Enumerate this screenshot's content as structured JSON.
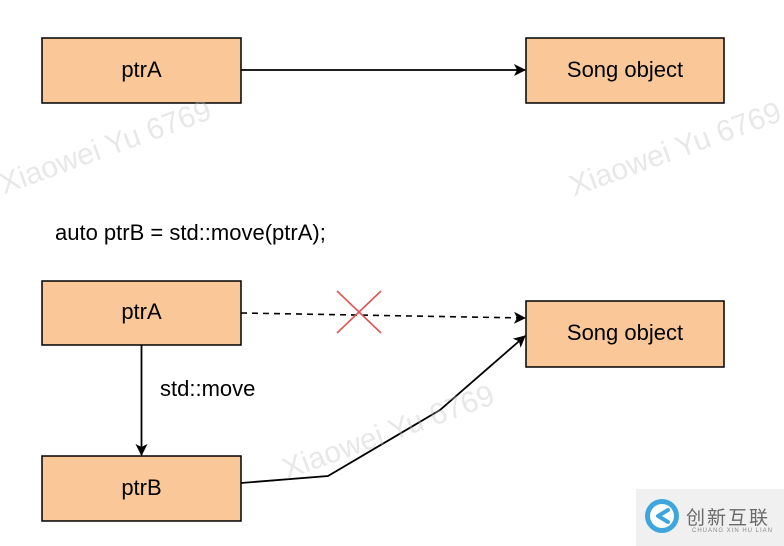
{
  "diagram": {
    "top": {
      "ptr_label": "ptrA",
      "object_label": "Song object"
    },
    "code": "auto ptrB = std::move(ptrA);",
    "bottom": {
      "ptrA_label": "ptrA",
      "ptrB_label": "ptrB",
      "object_label": "Song object",
      "move_label": "std::move"
    }
  },
  "watermark": {
    "text": "Xiaowei Yu 6769"
  },
  "brand": {
    "name": "创新互联",
    "subtitle": "CHUANG XIN HU LIAN",
    "logo_icon": "chuangxin-logo-icon"
  },
  "colors": {
    "box_fill": "#FAC898",
    "stroke": "#000000",
    "cross": "#E05555"
  }
}
